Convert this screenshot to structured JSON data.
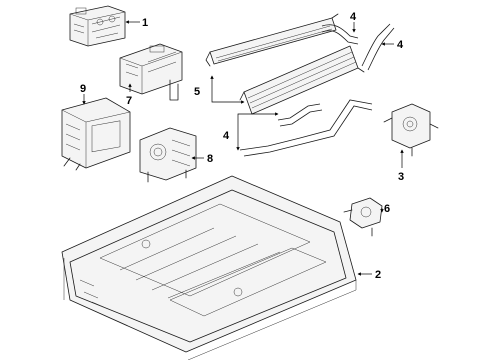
{
  "callouts": {
    "c1": "1",
    "c2": "2",
    "c3": "3",
    "c4a": "4",
    "c4b": "4",
    "c4c": "4",
    "c5": "5",
    "c6": "6",
    "c7": "7",
    "c8": "8",
    "c9": "9"
  }
}
